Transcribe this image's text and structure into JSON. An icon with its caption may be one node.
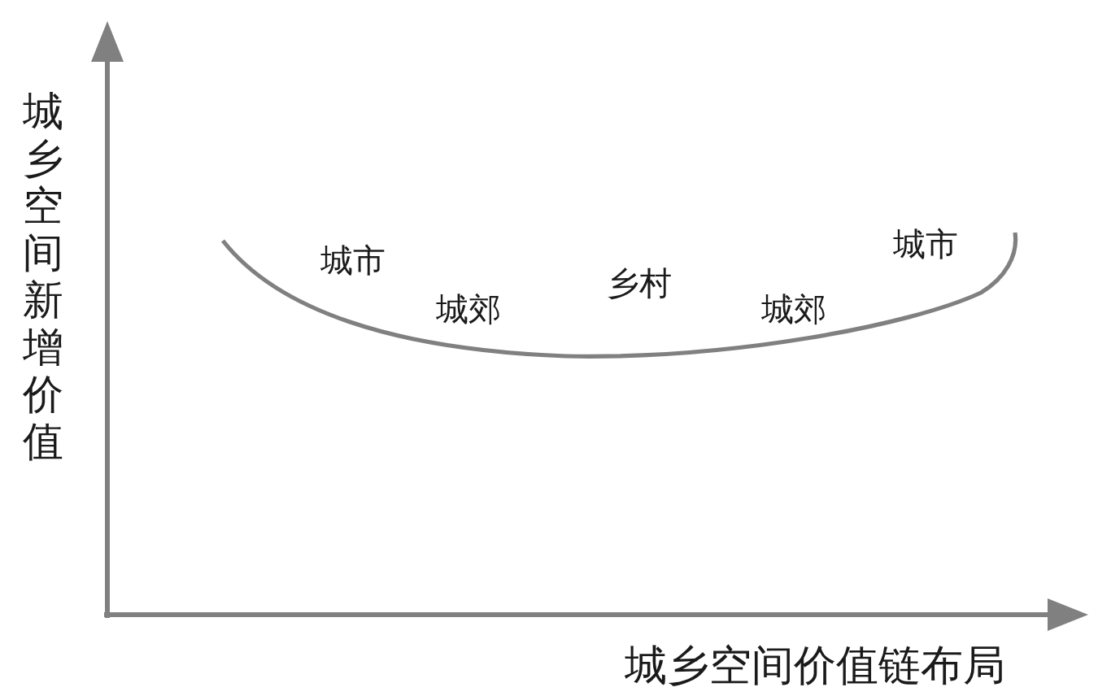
{
  "diagram": {
    "labels": [
      "城乡空间新增价值",
      "城市",
      "城郊",
      "乡村",
      "城郊",
      "城市",
      "城乡空间价值链布局"
    ]
  }
}
